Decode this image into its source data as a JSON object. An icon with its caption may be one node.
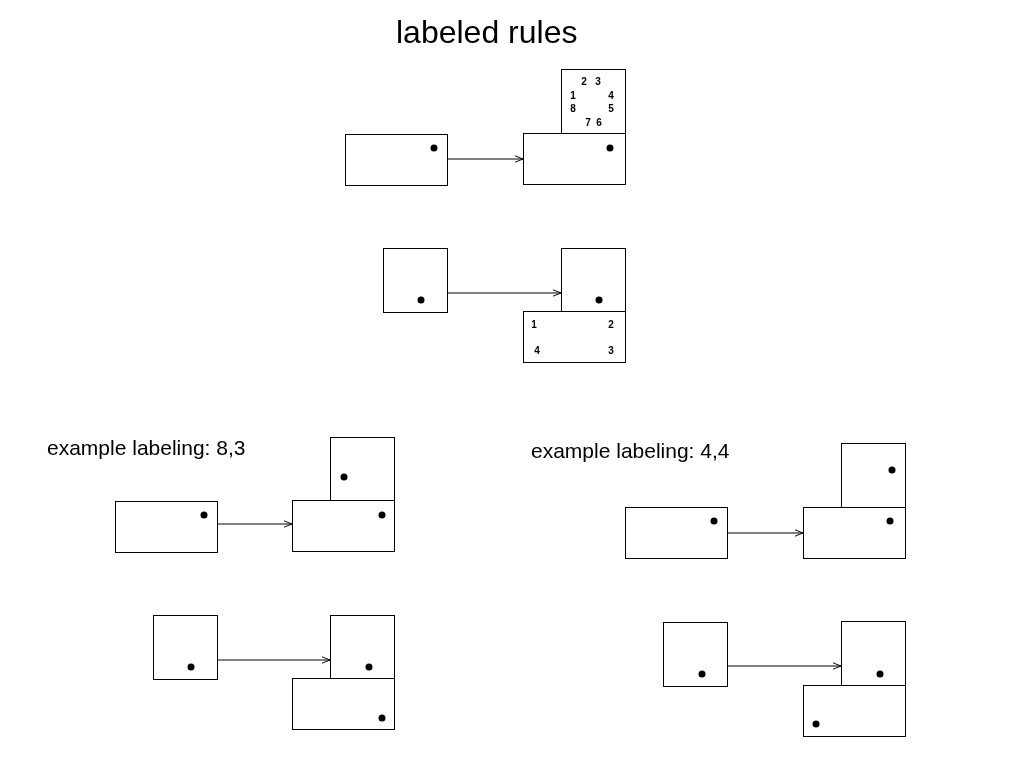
{
  "diagram": {
    "title": "labeled rules",
    "nodes": [
      {
        "text": [],
        "shape": "box"
      },
      {
        "text": [
          "2",
          "3",
          "1",
          "4",
          "8",
          "5",
          "7",
          "6"
        ]
      },
      {
        "text": [],
        "shape": "box"
      },
      {
        "text": [],
        "shape": "box"
      },
      {
        "text": [],
        "shape": "box"
      },
      {
        "text": [
          "1",
          "2",
          "4",
          "3"
        ]
      },
      {
        "text": [],
        "shape": "box"
      },
      {
        "text": [],
        "shape": "box"
      },
      {
        "text": [],
        "shape": "box"
      },
      {
        "text": [],
        "shape": "box"
      },
      {
        "text": [],
        "shape": "box"
      },
      {
        "text": [],
        "shape": "box"
      },
      {
        "text": [],
        "shape": "box"
      },
      {
        "text": [],
        "shape": "box"
      },
      {
        "text": [],
        "shape": "box"
      },
      {
        "text": [],
        "shape": "box"
      },
      {
        "text": [],
        "shape": "box"
      },
      {
        "text": [],
        "shape": "box"
      }
    ],
    "edges": [
      {
        "from": 0,
        "to": 2,
        "arrow": "to"
      },
      {
        "from": 3,
        "to": 4,
        "arrow": "to"
      },
      {
        "from": 7,
        "to": 8,
        "arrow": "to"
      },
      {
        "from": 9,
        "to": 10,
        "arrow": "to"
      },
      {
        "from": 13,
        "to": 14,
        "arrow": "to"
      },
      {
        "from": 15,
        "to": 16,
        "arrow": "to"
      }
    ],
    "labels": [
      "example labeling: 8,3",
      "example labeling: 4,4"
    ]
  }
}
